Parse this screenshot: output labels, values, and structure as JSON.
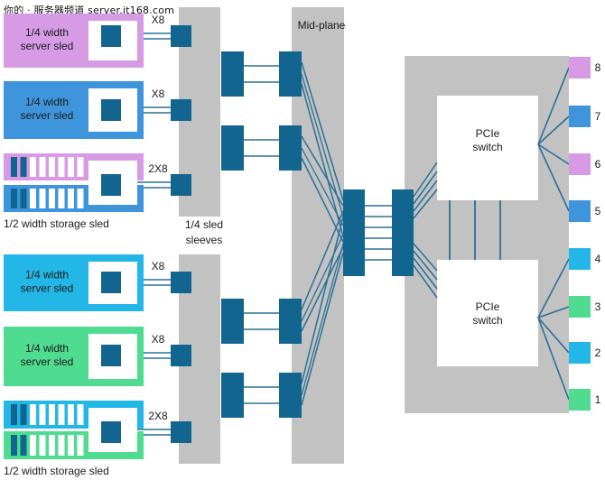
{
  "watermark": "你的 · 服务器频道 server.it168.com",
  "colors": {
    "purple": "#d79be6",
    "blue": "#3f95dc",
    "cyan": "#22b7e6",
    "green": "#4fdc91",
    "chip": "#11658f",
    "panel": "#c2c2c2",
    "wire": "#2a7096"
  },
  "labels": {
    "sleeves": [
      "1/4 sled",
      "sleeves"
    ],
    "midplane": "Mid-plane",
    "pcie_switch": [
      "PCIe",
      "switch"
    ]
  },
  "sleds": [
    {
      "kind": "server",
      "color": "purple",
      "label": [
        "1/4 width",
        "server sled"
      ],
      "link": "X8"
    },
    {
      "kind": "server",
      "color": "blue",
      "label": [
        "1/4 width",
        "server sled"
      ],
      "link": "X8"
    },
    {
      "kind": "storage",
      "colors": [
        "purple",
        "blue"
      ],
      "label": "1/2 width storage sled",
      "link": "2X8"
    },
    {
      "kind": "server",
      "color": "cyan",
      "label": [
        "1/4 width",
        "server sled"
      ],
      "link": "X8"
    },
    {
      "kind": "server",
      "color": "green",
      "label": [
        "1/4 width",
        "server sled"
      ],
      "link": "X8"
    },
    {
      "kind": "storage",
      "colors": [
        "cyan",
        "green"
      ],
      "label": "1/2 width storage sled",
      "link": "2X8"
    }
  ],
  "ports": [
    {
      "num": "8",
      "color": "purple"
    },
    {
      "num": "7",
      "color": "blue"
    },
    {
      "num": "6",
      "color": "purple"
    },
    {
      "num": "5",
      "color": "blue"
    },
    {
      "num": "4",
      "color": "cyan"
    },
    {
      "num": "3",
      "color": "green"
    },
    {
      "num": "2",
      "color": "cyan"
    },
    {
      "num": "1",
      "color": "green"
    }
  ]
}
